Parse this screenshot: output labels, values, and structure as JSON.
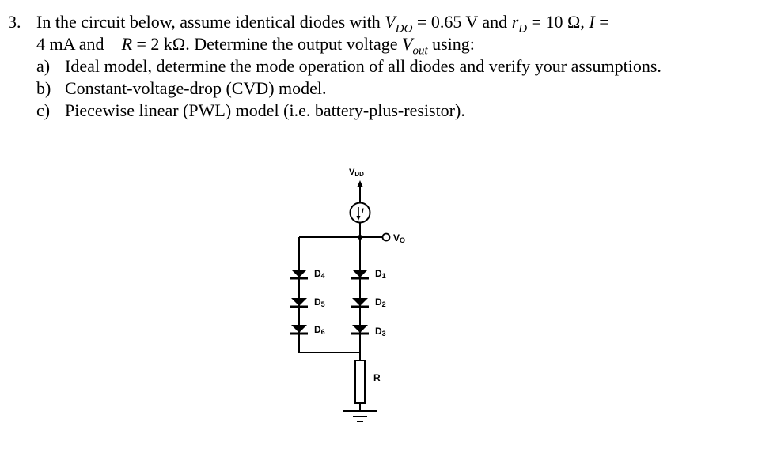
{
  "problem": {
    "number": "3.",
    "line1": {
      "prefix": "In the circuit below, assume identical diodes with ",
      "vdo_sym": "V",
      "vdo_sub": "DO",
      "vdo_val": " = 0.65 V and ",
      "rd_sym": "r",
      "rd_sub": "D",
      "rd_val": " = 10 Ω, ",
      "i_sym": "I",
      "i_eq": " ="
    },
    "line2": {
      "text1": "4 mA and",
      "r_sym": "R",
      "r_val": " = 2 kΩ. Determine the output voltage ",
      "vout_sym": "V",
      "vout_sub": "out",
      "tail": " using:"
    },
    "items": [
      {
        "marker": "a)",
        "text": "Ideal model, determine the mode operation of all diodes and verify your assumptions."
      },
      {
        "marker": "b)",
        "text": "Constant-voltage-drop (CVD) model."
      },
      {
        "marker": "c)",
        "text": "Piecewise linear (PWL) model (i.e. battery-plus-resistor)."
      }
    ]
  },
  "circuit": {
    "supply_label": "V",
    "supply_sub": "DD",
    "source_label": "I",
    "output_label": "V",
    "output_sub": "O",
    "resistor_label": "R",
    "left_diodes": [
      {
        "label": "D",
        "sub": "4"
      },
      {
        "label": "D",
        "sub": "5"
      },
      {
        "label": "D",
        "sub": "6"
      }
    ],
    "right_diodes": [
      {
        "label": "D",
        "sub": "1"
      },
      {
        "label": "D",
        "sub": "2"
      },
      {
        "label": "D",
        "sub": "3"
      }
    ]
  }
}
